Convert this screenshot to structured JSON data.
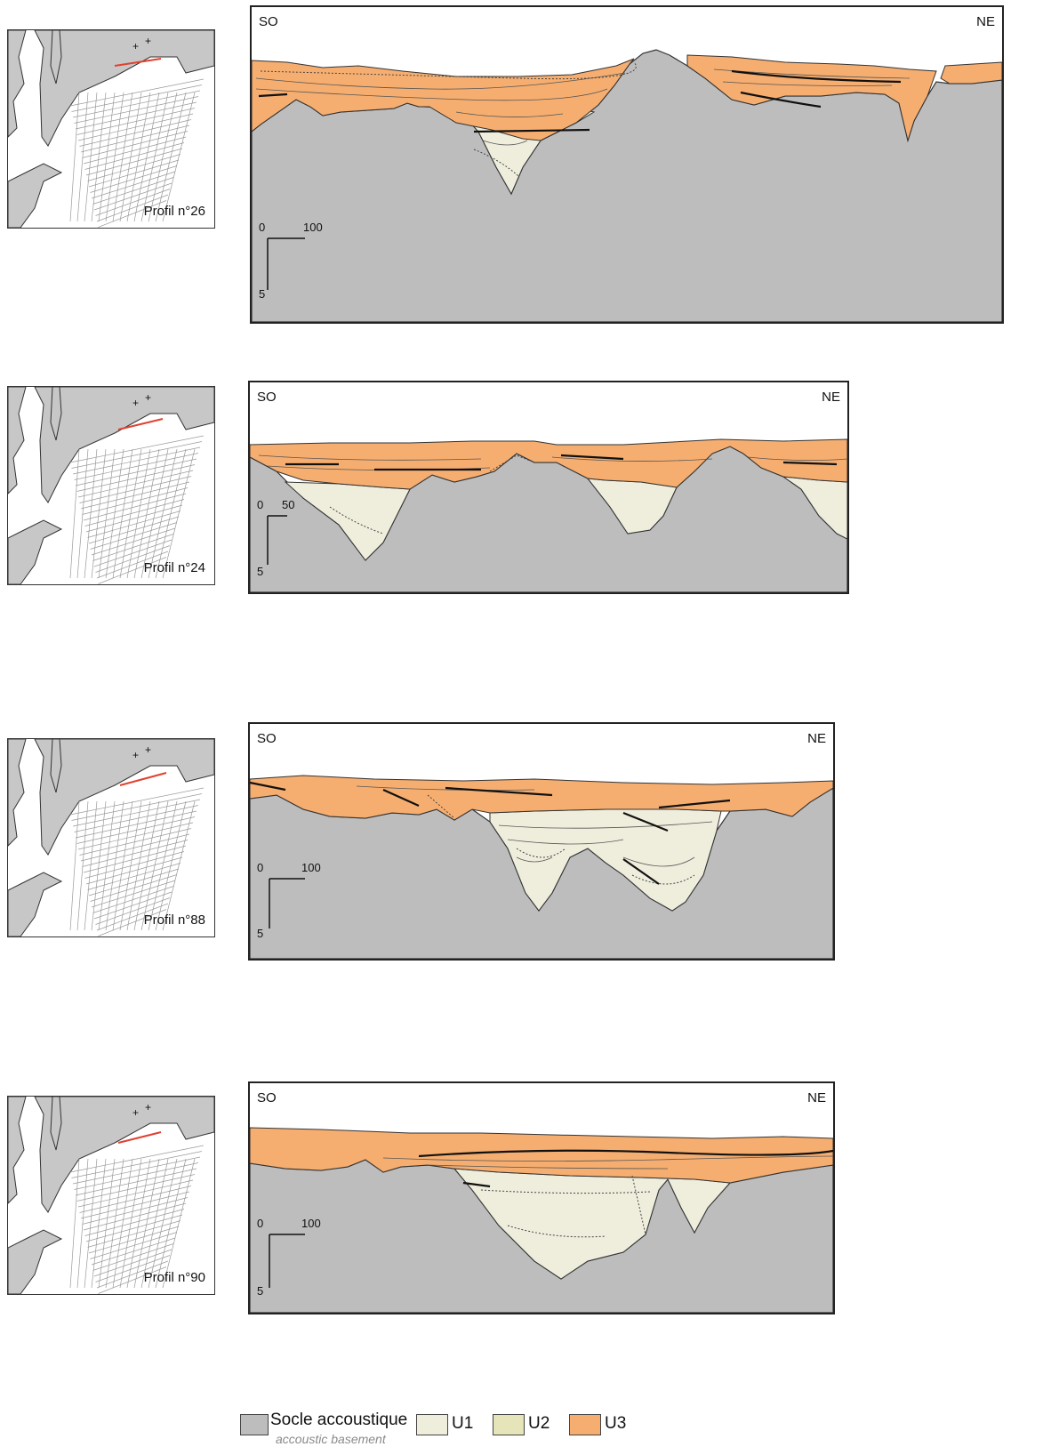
{
  "profiles": [
    {
      "id": "p26",
      "name": "Profil n°26",
      "left_label": "SO",
      "right_label": "NE",
      "scale": {
        "x_origin": "0",
        "x_value": "100",
        "y_value": "5"
      }
    },
    {
      "id": "p24",
      "name": "Profil n°24",
      "left_label": "SO",
      "right_label": "NE",
      "scale": {
        "x_origin": "0",
        "x_value": "50",
        "y_value": "5"
      }
    },
    {
      "id": "p88",
      "name": "Profil n°88",
      "left_label": "SO",
      "right_label": "NE",
      "scale": {
        "x_origin": "0",
        "x_value": "100",
        "y_value": "5"
      }
    },
    {
      "id": "p90",
      "name": "Profil n°90",
      "left_label": "SO",
      "right_label": "NE",
      "scale": {
        "x_origin": "0",
        "x_value": "100",
        "y_value": "5"
      }
    }
  ],
  "legend": {
    "basement_label": "Socle accoustique",
    "basement_sublabel": "accoustic basement",
    "u1_label": "U1",
    "u2_label": "U2",
    "u3_label": "U3"
  },
  "colors": {
    "basement": "#bdbdbe",
    "u1": "#efeedd",
    "u2": "#e6e5b9",
    "u3": "#f6ae70",
    "profile_line": "#e0412f",
    "land": "#c7c7c7"
  }
}
